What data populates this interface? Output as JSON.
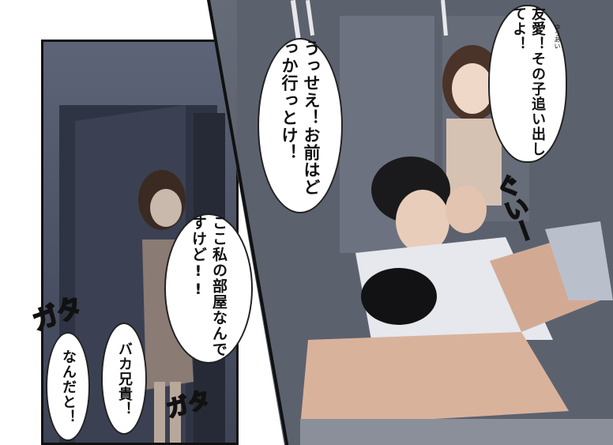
{
  "dialogue": {
    "sister_shout": "友愛！その子追い出してよ！",
    "sister_ruby": "ゆうあい",
    "brother_reply": "うっせえ！お前はどっか行っとけ！",
    "girl_line": "ここ私の部屋なんですけど!!",
    "baka_aniki": "バカ兄貴！",
    "nandato": "なんだと！"
  },
  "sfx": {
    "gata_1": "ガタ",
    "gata_2": "ガタ",
    "gui": "ぐいー"
  },
  "colors": {
    "panel_dark": "#4a5064",
    "border": "#111111",
    "bubble": "#ffffff"
  }
}
